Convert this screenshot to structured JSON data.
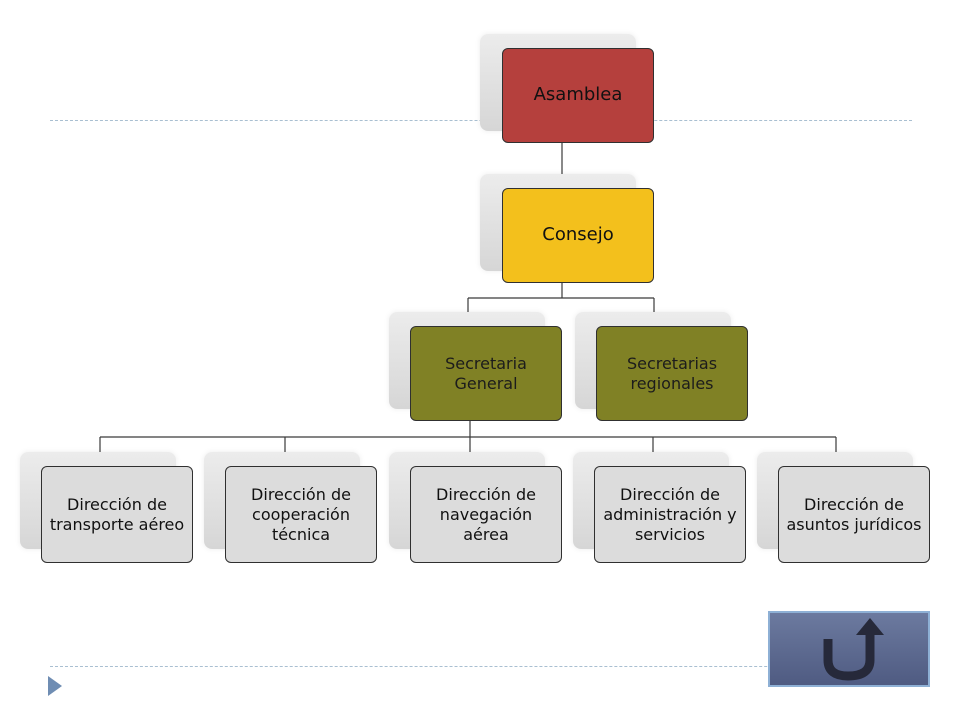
{
  "org_chart": {
    "level1": "Asamblea",
    "level2": "Consejo",
    "level3": [
      "Secretaria General",
      "Secretarias regionales"
    ],
    "level4": [
      "Dirección de transporte aéreo",
      "Dirección de cooperación técnica",
      "Dirección de navegación aérea",
      "Dirección de administración y servicios",
      "Dirección de asuntos jurídicos"
    ]
  },
  "colors": {
    "asamblea": "#b5403d",
    "consejo": "#f3c01c",
    "secretarias": "#808125",
    "direcciones": "#dcdcdc",
    "back_button": "#5b6890"
  },
  "navigation": {
    "return_icon": "u-turn-return-arrow-icon"
  }
}
